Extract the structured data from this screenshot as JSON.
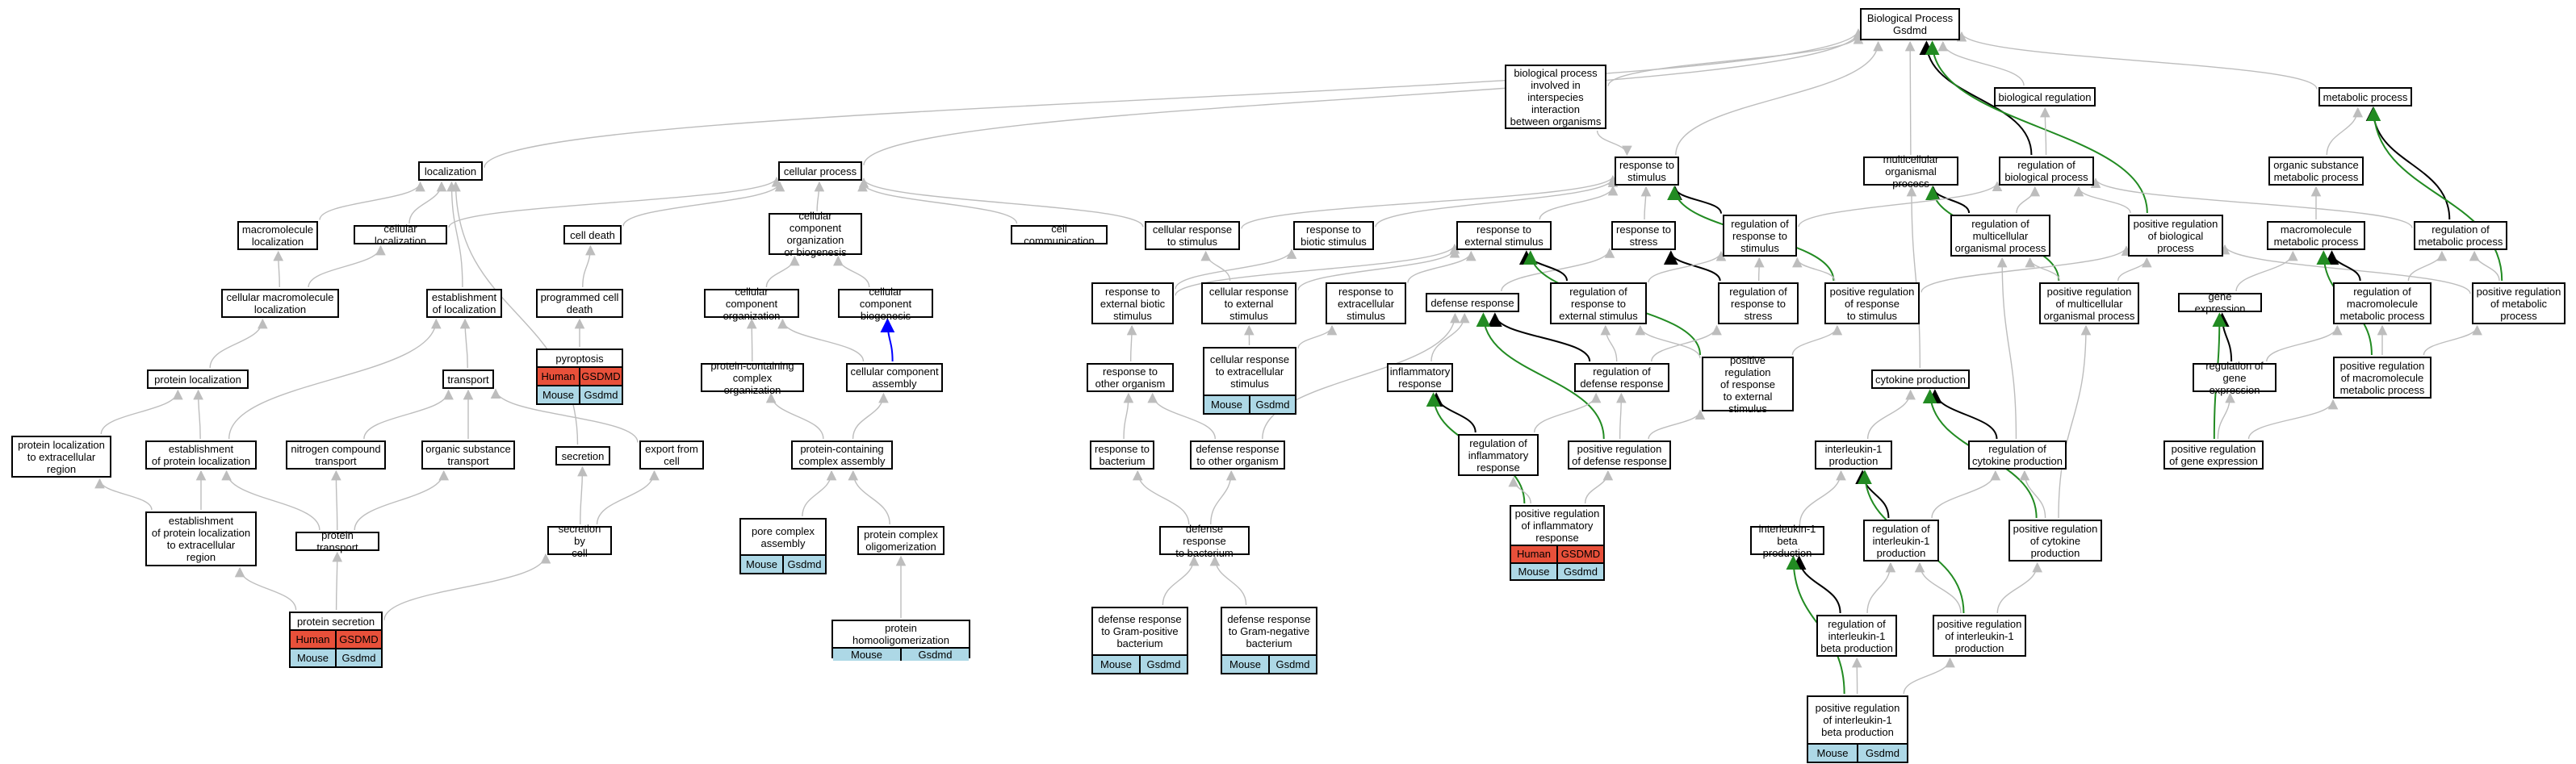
{
  "colors": {
    "edge_default": "#bdbdbd",
    "edge_positive": "#228b22",
    "edge_regulates": "#000000",
    "edge_part_of": "#0000ff",
    "human_row": "#e8503a",
    "mouse_row": "#add8e6"
  },
  "nodes": [
    {
      "id": "bp",
      "label": "Biological Process\nGsdmd"
    },
    {
      "id": "interspecies",
      "label": "biological process\ninvolved in\ninterspecies\ninteraction\nbetween organisms"
    },
    {
      "id": "bioreg",
      "label": "biological regulation"
    },
    {
      "id": "metabolic",
      "label": "metabolic process"
    },
    {
      "id": "localization",
      "label": "localization"
    },
    {
      "id": "cellular",
      "label": "cellular process"
    },
    {
      "id": "response_stim",
      "label": "response to\nstimulus"
    },
    {
      "id": "multicell",
      "label": "multicellular\norganismal process"
    },
    {
      "id": "reg_bio",
      "label": "regulation of\nbiological process"
    },
    {
      "id": "org_sub_meta",
      "label": "organic substance\nmetabolic process"
    },
    {
      "id": "macromol_loc",
      "label": "macromolecule\nlocalization"
    },
    {
      "id": "cell_loc",
      "label": "cellular localization"
    },
    {
      "id": "cell_death",
      "label": "cell death"
    },
    {
      "id": "ccob",
      "label": "cellular component\norganization\nor biogenesis"
    },
    {
      "id": "cell_comm",
      "label": "cell communication"
    },
    {
      "id": "cell_resp_stim",
      "label": "cellular response\nto stimulus"
    },
    {
      "id": "resp_biotic",
      "label": "response to\nbiotic stimulus"
    },
    {
      "id": "resp_ext",
      "label": "response to\nexternal stimulus"
    },
    {
      "id": "resp_stress",
      "label": "response to\nstress"
    },
    {
      "id": "reg_resp_stim",
      "label": "regulation of\nresponse to\nstimulus"
    },
    {
      "id": "reg_multicell",
      "label": "regulation of\nmulticellular\norganismal process"
    },
    {
      "id": "pos_reg_bio",
      "label": "positive regulation\nof biological\nprocess"
    },
    {
      "id": "macromol_meta",
      "label": "macromolecule\nmetabolic process"
    },
    {
      "id": "reg_meta",
      "label": "regulation of\nmetabolic process"
    },
    {
      "id": "cell_macromol_loc",
      "label": "cellular macromolecule\nlocalization"
    },
    {
      "id": "estab_loc",
      "label": "establishment\nof localization"
    },
    {
      "id": "prog_death",
      "label": "programmed cell\ndeath"
    },
    {
      "id": "cc_org",
      "label": "cellular component\norganization"
    },
    {
      "id": "cc_biog",
      "label": "cellular component\nbiogenesis"
    },
    {
      "id": "resp_ext_biotic",
      "label": "response to\nexternal biotic\nstimulus"
    },
    {
      "id": "cell_resp_ext",
      "label": "cellular response\nto external\nstimulus"
    },
    {
      "id": "resp_extracell",
      "label": "response to\nextracellular\nstimulus"
    },
    {
      "id": "defense",
      "label": "defense response"
    },
    {
      "id": "reg_resp_ext",
      "label": "regulation of\nresponse to\nexternal stimulus"
    },
    {
      "id": "reg_resp_stress",
      "label": "regulation of\nresponse to\nstress"
    },
    {
      "id": "pos_reg_resp_stim",
      "label": "positive regulation\nof response\nto stimulus"
    },
    {
      "id": "pos_reg_multicell",
      "label": "positive regulation\nof multicellular\norganismal process"
    },
    {
      "id": "gene_expr",
      "label": "gene expression"
    },
    {
      "id": "reg_macromol_meta",
      "label": "regulation of\nmacromolecule\nmetabolic process"
    },
    {
      "id": "pos_reg_meta",
      "label": "positive regulation\nof metabolic\nprocess"
    },
    {
      "id": "prot_loc",
      "label": "protein localization"
    },
    {
      "id": "transport",
      "label": "transport"
    },
    {
      "id": "pc_org",
      "label": "protein-containing\ncomplex organization"
    },
    {
      "id": "cc_assembly",
      "label": "cellular component\nassembly"
    },
    {
      "id": "resp_other_org",
      "label": "response to\nother organism"
    },
    {
      "id": "inflam",
      "label": "inflammatory\nresponse"
    },
    {
      "id": "reg_defense",
      "label": "regulation of\ndefense response"
    },
    {
      "id": "pos_reg_resp_ext",
      "label": "positive regulation\nof response\nto external\nstimulus"
    },
    {
      "id": "cytokine_prod",
      "label": "cytokine production"
    },
    {
      "id": "reg_gene_expr",
      "label": "regulation of\ngene expression"
    },
    {
      "id": "pos_reg_macromol_meta",
      "label": "positive regulation\nof macromolecule\nmetabolic process"
    },
    {
      "id": "prot_loc_extra",
      "label": "protein localization\nto extracellular\nregion"
    },
    {
      "id": "estab_prot_loc",
      "label": "establishment\nof protein localization"
    },
    {
      "id": "nitrogen",
      "label": "nitrogen compound\ntransport"
    },
    {
      "id": "org_sub_transport",
      "label": "organic substance\ntransport"
    },
    {
      "id": "secretion",
      "label": "secretion"
    },
    {
      "id": "export",
      "label": "export from\ncell"
    },
    {
      "id": "pc_assembly",
      "label": "protein-containing\ncomplex assembly"
    },
    {
      "id": "resp_bacterium",
      "label": "response to\nbacterium"
    },
    {
      "id": "def_other_org",
      "label": "defense response\nto other organism"
    },
    {
      "id": "reg_inflam",
      "label": "regulation of\ninflammatory\nresponse"
    },
    {
      "id": "pos_reg_defense",
      "label": "positive regulation\nof defense response"
    },
    {
      "id": "il1_prod",
      "label": "interleukin-1\nproduction"
    },
    {
      "id": "reg_cytokine",
      "label": "regulation of\ncytokine production"
    },
    {
      "id": "pos_reg_gene_expr",
      "label": "positive regulation\nof gene expression"
    },
    {
      "id": "estab_prot_loc_extra",
      "label": "establishment\nof protein localization\nto extracellular\nregion"
    },
    {
      "id": "prot_transport",
      "label": "protein transport"
    },
    {
      "id": "secretion_cell",
      "label": "secretion by\ncell"
    },
    {
      "id": "prot_cplx_olig",
      "label": "protein complex\noligomerization"
    },
    {
      "id": "def_bacterium",
      "label": "defense response\nto bacterium"
    },
    {
      "id": "il1b_prod",
      "label": "interleukin-1\nbeta production"
    },
    {
      "id": "reg_il1",
      "label": "regulation of\ninterleukin-1\nproduction"
    },
    {
      "id": "pos_reg_cytokine",
      "label": "positive regulation\nof cytokine\nproduction"
    },
    {
      "id": "reg_il1b",
      "label": "regulation of\ninterleukin-1\nbeta production"
    },
    {
      "id": "pos_reg_il1",
      "label": "positive regulation\nof interleukin-1\nproduction"
    }
  ],
  "gene_nodes": [
    {
      "id": "pyroptosis",
      "label": "pyroptosis",
      "rows": [
        [
          "Human",
          "GSDMD"
        ],
        [
          "Mouse",
          "Gsdmd"
        ]
      ]
    },
    {
      "id": "cell_resp_bact",
      "label": "cellular response\nto extracellular\nstimulus",
      "rows": [
        [
          "Mouse",
          "Gsdmd"
        ]
      ]
    },
    {
      "id": "pore",
      "label": "pore complex\nassembly",
      "rows": [
        [
          "Mouse",
          "Gsdmd"
        ]
      ]
    },
    {
      "id": "pos_reg_inflam",
      "label": "positive regulation\nof inflammatory\nresponse",
      "rows": [
        [
          "Human",
          "GSDMD"
        ],
        [
          "Mouse",
          "Gsdmd"
        ]
      ]
    },
    {
      "id": "prot_secretion",
      "label": "protein secretion",
      "rows": [
        [
          "Human",
          "GSDMD"
        ],
        [
          "Mouse",
          "Gsdmd"
        ]
      ]
    },
    {
      "id": "prot_homoolig",
      "label": "protein homooligomerization",
      "rows": [
        [
          "Mouse",
          "Gsdmd"
        ]
      ]
    },
    {
      "id": "def_gram_pos",
      "label": "defense response\nto Gram-positive\nbacterium",
      "rows": [
        [
          "Mouse",
          "Gsdmd"
        ]
      ]
    },
    {
      "id": "def_gram_neg",
      "label": "defense response\nto Gram-negative\nbacterium",
      "rows": [
        [
          "Mouse",
          "Gsdmd"
        ]
      ]
    },
    {
      "id": "pos_reg_il1b",
      "label": "positive regulation\nof interleukin-1\nbeta production",
      "rows": [
        [
          "Mouse",
          "Gsdmd"
        ]
      ]
    }
  ],
  "edges": [
    [
      "interspecies",
      "bp",
      "d"
    ],
    [
      "bioreg",
      "bp",
      "d"
    ],
    [
      "metabolic",
      "bp",
      "d"
    ],
    [
      "localization",
      "bp",
      "d"
    ],
    [
      "cellular",
      "bp",
      "d"
    ],
    [
      "response_stim",
      "bp",
      "d"
    ],
    [
      "multicell",
      "bp",
      "d"
    ],
    [
      "reg_bio",
      "bp",
      "r"
    ],
    [
      "pos_reg_bio",
      "bp",
      "p"
    ],
    [
      "reg_bio",
      "bioreg",
      "d"
    ],
    [
      "org_sub_meta",
      "metabolic",
      "d"
    ],
    [
      "reg_meta",
      "metabolic",
      "r"
    ],
    [
      "pos_reg_meta",
      "metabolic",
      "p"
    ],
    [
      "macromol_loc",
      "localization",
      "d"
    ],
    [
      "cell_loc",
      "localization",
      "d"
    ],
    [
      "estab_loc",
      "localization",
      "d"
    ],
    [
      "cell_loc",
      "cellular",
      "d"
    ],
    [
      "cell_death",
      "cellular",
      "d"
    ],
    [
      "ccob",
      "cellular",
      "d"
    ],
    [
      "cell_comm",
      "cellular",
      "d"
    ],
    [
      "cell_resp_stim",
      "cellular",
      "d"
    ],
    [
      "interspecies",
      "response_stim",
      "d"
    ],
    [
      "cell_resp_stim",
      "response_stim",
      "d"
    ],
    [
      "resp_biotic",
      "response_stim",
      "d"
    ],
    [
      "resp_ext",
      "response_stim",
      "d"
    ],
    [
      "resp_stress",
      "response_stim",
      "d"
    ],
    [
      "reg_resp_stim",
      "response_stim",
      "r"
    ],
    [
      "pos_reg_resp_stim",
      "response_stim",
      "p"
    ],
    [
      "reg_multicell",
      "multicell",
      "r"
    ],
    [
      "pos_reg_multicell",
      "multicell",
      "p"
    ],
    [
      "reg_multicell",
      "reg_bio",
      "d"
    ],
    [
      "reg_resp_stim",
      "reg_bio",
      "d"
    ],
    [
      "pos_reg_bio",
      "reg_bio",
      "d"
    ],
    [
      "reg_meta",
      "reg_bio",
      "d"
    ],
    [
      "macromol_meta",
      "org_sub_meta",
      "d"
    ],
    [
      "cell_macromol_loc",
      "macromol_loc",
      "d"
    ],
    [
      "cell_macromol_loc",
      "cell_loc",
      "d"
    ],
    [
      "prog_death",
      "cell_death",
      "d"
    ],
    [
      "cc_org",
      "ccob",
      "d"
    ],
    [
      "cc_biog",
      "ccob",
      "d"
    ],
    [
      "cell_resp_ext",
      "cell_resp_stim",
      "d"
    ],
    [
      "resp_ext_biotic",
      "resp_biotic",
      "d"
    ],
    [
      "resp_ext_biotic",
      "resp_ext",
      "d"
    ],
    [
      "cell_resp_ext",
      "resp_ext",
      "d"
    ],
    [
      "resp_extracell",
      "resp_ext",
      "d"
    ],
    [
      "defense",
      "resp_stress",
      "d"
    ],
    [
      "reg_resp_stress",
      "resp_stress",
      "r"
    ],
    [
      "reg_resp_ext",
      "resp_ext",
      "r"
    ],
    [
      "pos_reg_resp_ext",
      "resp_ext",
      "p"
    ],
    [
      "reg_resp_ext",
      "reg_resp_stim",
      "d"
    ],
    [
      "reg_resp_stress",
      "reg_resp_stim",
      "d"
    ],
    [
      "pos_reg_resp_stim",
      "reg_resp_stim",
      "d"
    ],
    [
      "pos_reg_multicell",
      "reg_multicell",
      "d"
    ],
    [
      "pos_reg_multicell",
      "pos_reg_bio",
      "d"
    ],
    [
      "pos_reg_resp_stim",
      "pos_reg_bio",
      "d"
    ],
    [
      "pos_reg_meta",
      "pos_reg_bio",
      "d"
    ],
    [
      "gene_expr",
      "macromol_meta",
      "d"
    ],
    [
      "reg_macromol_meta",
      "macromol_meta",
      "r"
    ],
    [
      "pos_reg_macromol_meta",
      "macromol_meta",
      "p"
    ],
    [
      "reg_macromol_meta",
      "reg_meta",
      "d"
    ],
    [
      "pos_reg_meta",
      "reg_meta",
      "d"
    ],
    [
      "prot_loc",
      "cell_macromol_loc",
      "d"
    ],
    [
      "transport",
      "estab_loc",
      "d"
    ],
    [
      "estab_prot_loc",
      "estab_loc",
      "d"
    ],
    [
      "pyroptosis",
      "prog_death",
      "d"
    ],
    [
      "pc_org",
      "cc_org",
      "d"
    ],
    [
      "cc_assembly",
      "cc_org",
      "d"
    ],
    [
      "cc_assembly",
      "cc_biog",
      "b"
    ],
    [
      "resp_other_org",
      "resp_ext_biotic",
      "d"
    ],
    [
      "cell_resp_bact",
      "cell_resp_ext",
      "d"
    ],
    [
      "cell_resp_bact",
      "resp_extracell",
      "d"
    ],
    [
      "inflam",
      "defense",
      "d"
    ],
    [
      "reg_defense",
      "defense",
      "r"
    ],
    [
      "pos_reg_defense",
      "defense",
      "p"
    ],
    [
      "reg_defense",
      "reg_resp_stress",
      "d"
    ],
    [
      "reg_defense",
      "reg_resp_ext",
      "d"
    ],
    [
      "pos_reg_resp_ext",
      "reg_resp_ext",
      "d"
    ],
    [
      "pos_reg_resp_ext",
      "pos_reg_resp_stim",
      "d"
    ],
    [
      "cytokine_prod",
      "multicell",
      "d"
    ],
    [
      "reg_cytokine",
      "cytokine_prod",
      "r"
    ],
    [
      "pos_reg_cytokine",
      "cytokine_prod",
      "p"
    ],
    [
      "reg_gene_expr",
      "gene_expr",
      "r"
    ],
    [
      "pos_reg_gene_expr",
      "gene_expr",
      "p"
    ],
    [
      "reg_gene_expr",
      "reg_macromol_meta",
      "d"
    ],
    [
      "pos_reg_gene_expr",
      "pos_reg_macromol_meta",
      "d"
    ],
    [
      "pos_reg_macromol_meta",
      "reg_macromol_meta",
      "d"
    ],
    [
      "pos_reg_macromol_meta",
      "pos_reg_meta",
      "d"
    ],
    [
      "estab_prot_loc",
      "prot_loc",
      "d"
    ],
    [
      "prot_loc_extra",
      "prot_loc",
      "d"
    ],
    [
      "nitrogen",
      "transport",
      "d"
    ],
    [
      "org_sub_transport",
      "transport",
      "d"
    ],
    [
      "export",
      "transport",
      "d"
    ],
    [
      "secretion",
      "localization",
      "d"
    ],
    [
      "pc_assembly",
      "pc_org",
      "d"
    ],
    [
      "pc_assembly",
      "cc_assembly",
      "d"
    ],
    [
      "resp_bacterium",
      "resp_other_org",
      "d"
    ],
    [
      "def_other_org",
      "resp_other_org",
      "d"
    ],
    [
      "def_other_org",
      "defense",
      "d"
    ],
    [
      "reg_inflam",
      "inflam",
      "r"
    ],
    [
      "pos_reg_inflam",
      "inflam",
      "p"
    ],
    [
      "reg_inflam",
      "reg_defense",
      "d"
    ],
    [
      "pos_reg_defense",
      "reg_defense",
      "d"
    ],
    [
      "pos_reg_defense",
      "pos_reg_resp_ext",
      "d"
    ],
    [
      "il1_prod",
      "cytokine_prod",
      "d"
    ],
    [
      "reg_cytokine",
      "reg_multicell",
      "d"
    ],
    [
      "pos_reg_cytokine",
      "reg_cytokine",
      "d"
    ],
    [
      "pos_reg_cytokine",
      "pos_reg_multicell",
      "d"
    ],
    [
      "pos_reg_gene_expr",
      "reg_gene_expr",
      "d"
    ],
    [
      "estab_prot_loc_extra",
      "prot_loc_extra",
      "d"
    ],
    [
      "estab_prot_loc_extra",
      "estab_prot_loc",
      "d"
    ],
    [
      "prot_transport",
      "estab_prot_loc",
      "d"
    ],
    [
      "prot_transport",
      "nitrogen",
      "d"
    ],
    [
      "prot_transport",
      "org_sub_transport",
      "d"
    ],
    [
      "secretion_cell",
      "secretion",
      "d"
    ],
    [
      "secretion_cell",
      "export",
      "d"
    ],
    [
      "pore",
      "pc_assembly",
      "d"
    ],
    [
      "prot_cplx_olig",
      "pc_assembly",
      "d"
    ],
    [
      "def_bacterium",
      "resp_bacterium",
      "d"
    ],
    [
      "def_bacterium",
      "def_other_org",
      "d"
    ],
    [
      "pos_reg_inflam",
      "reg_inflam",
      "d"
    ],
    [
      "pos_reg_inflam",
      "pos_reg_defense",
      "d"
    ],
    [
      "il1b_prod",
      "il1_prod",
      "d"
    ],
    [
      "reg_il1",
      "il1_prod",
      "r"
    ],
    [
      "pos_reg_il1",
      "il1_prod",
      "p"
    ],
    [
      "reg_il1",
      "reg_cytokine",
      "d"
    ],
    [
      "pos_reg_il1",
      "reg_il1",
      "d"
    ],
    [
      "pos_reg_il1",
      "pos_reg_cytokine",
      "d"
    ],
    [
      "prot_secretion",
      "estab_prot_loc_extra",
      "d"
    ],
    [
      "prot_secretion",
      "prot_transport",
      "d"
    ],
    [
      "prot_secretion",
      "secretion_cell",
      "d"
    ],
    [
      "prot_homoolig",
      "prot_cplx_olig",
      "d"
    ],
    [
      "def_gram_pos",
      "def_bacterium",
      "d"
    ],
    [
      "def_gram_neg",
      "def_bacterium",
      "d"
    ],
    [
      "reg_il1b",
      "il1b_prod",
      "r"
    ],
    [
      "pos_reg_il1b",
      "il1b_prod",
      "p"
    ],
    [
      "reg_il1b",
      "reg_il1",
      "d"
    ],
    [
      "pos_reg_il1b",
      "reg_il1b",
      "d"
    ],
    [
      "pos_reg_il1b",
      "pos_reg_il1",
      "d"
    ]
  ]
}
